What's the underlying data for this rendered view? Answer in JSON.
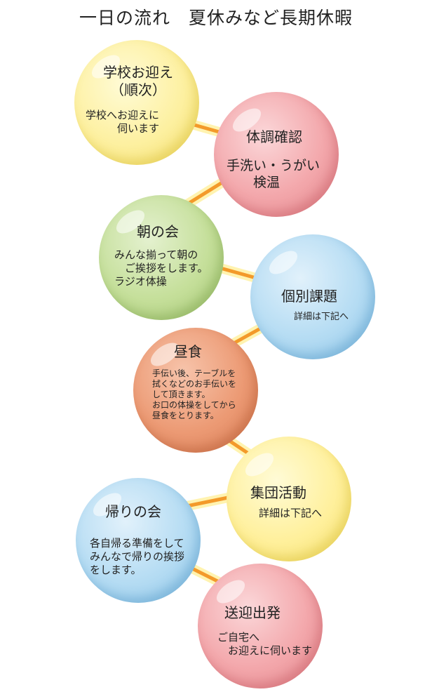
{
  "title": "一日の流れ　夏休みなど長期休暇",
  "steps": [
    {
      "heading": "学校お迎え\n（順次）",
      "body": "学校へお迎えに\n　　　伺います",
      "color": "#fdf0a0"
    },
    {
      "heading": "体調確認",
      "body": "手洗い・うがい\n　　検温",
      "color": "#f3a7ab"
    },
    {
      "heading": "朝の会",
      "body": "みんな揃って朝の\n　ご挨拶をします。\nラジオ体操",
      "color": "#c5df9a"
    },
    {
      "heading": "個別課題",
      "body": "詳細は下記へ",
      "color": "#b5dcf3"
    },
    {
      "heading": "昼食",
      "body": "手伝い後、テーブルを\n拭くなどのお手伝いを\nして頂きます。\nお口の体操をしてから\n昼食をとります。",
      "color": "#ec9a74"
    },
    {
      "heading": "集団活動",
      "body": "詳細は下記へ",
      "color": "#fff09c"
    },
    {
      "heading": "帰りの会",
      "body": "各自帰る準備をして\nみんなで帰りの挨拶\nをします。",
      "color": "#b5dcf3"
    },
    {
      "heading": "送迎出発",
      "body": "ご自宅へ\n　お迎えに伺います",
      "color": "#f3a7ab"
    }
  ]
}
